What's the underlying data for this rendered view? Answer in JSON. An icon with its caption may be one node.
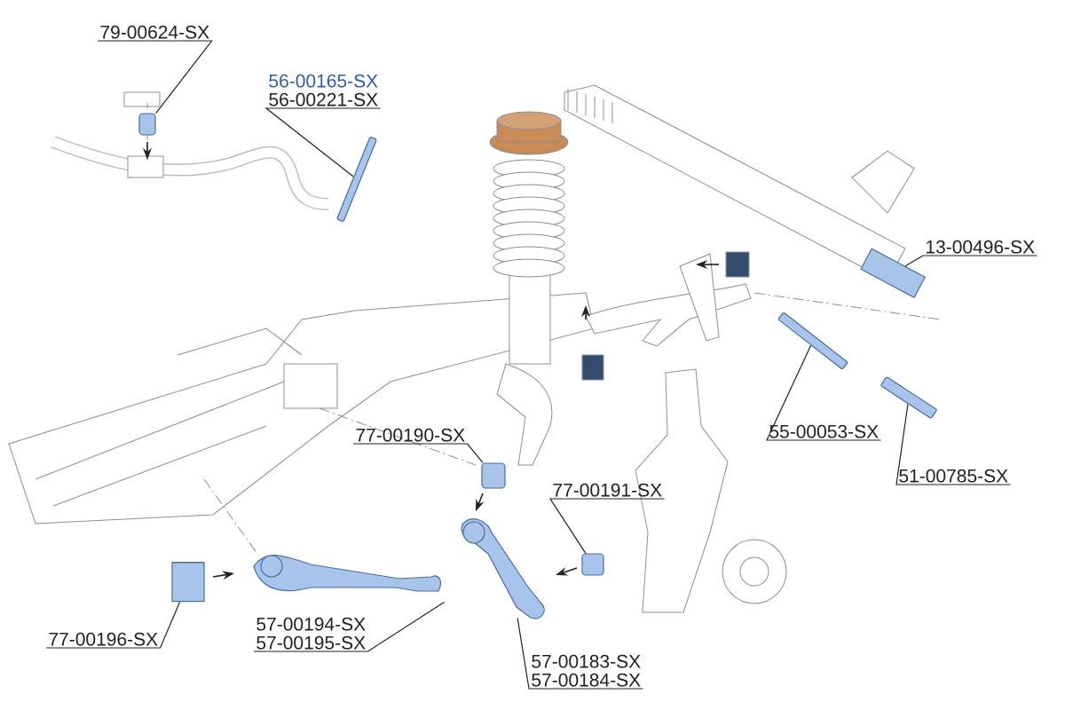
{
  "diagram": {
    "nodes": [
      {
        "text": [
          "79-00624-SX"
        ]
      },
      {
        "text": [
          "56-00165-SX",
          "56-00221-SX"
        ]
      },
      {
        "text": [
          "13-00496-SX"
        ]
      },
      {
        "text": [
          "55-00053-SX"
        ]
      },
      {
        "text": [
          "51-00785-SX"
        ]
      },
      {
        "text": [
          "77-00190-SX"
        ]
      },
      {
        "text": [
          "77-00191-SX"
        ]
      },
      {
        "text": [
          "77-00196-SX"
        ]
      },
      {
        "text": [
          "57-00194-SX",
          "57-00195-SX"
        ]
      },
      {
        "text": [
          "57-00183-SX",
          "57-00184-SX"
        ]
      },
      {
        "text": [],
        "shape": "box"
      },
      {
        "text": [],
        "shape": "bar"
      },
      {
        "text": [],
        "shape": "cylinder"
      },
      {
        "text": [],
        "shape": "bar"
      },
      {
        "text": [],
        "shape": "bar"
      },
      {
        "text": [],
        "shape": "box"
      },
      {
        "text": [],
        "shape": "box"
      },
      {
        "text": [],
        "shape": "cylinder"
      },
      {
        "text": [],
        "shape": "picture"
      },
      {
        "text": [],
        "shape": "picture"
      }
    ],
    "edges": [
      {
        "from": 0,
        "to": 10,
        "arrow": "none"
      },
      {
        "from": 1,
        "to": 11,
        "arrow": "none"
      },
      {
        "from": 2,
        "to": 12,
        "arrow": "none"
      },
      {
        "from": 3,
        "to": 13,
        "arrow": "none"
      },
      {
        "from": 4,
        "to": 14,
        "arrow": "none"
      },
      {
        "from": 5,
        "to": 15,
        "arrow": "none"
      },
      {
        "from": 6,
        "to": 16,
        "arrow": "none"
      },
      {
        "from": 7,
        "to": 17,
        "arrow": "none"
      },
      {
        "from": 8,
        "to": 18,
        "arrow": "none"
      },
      {
        "from": 9,
        "to": 19,
        "arrow": "none"
      }
    ]
  }
}
